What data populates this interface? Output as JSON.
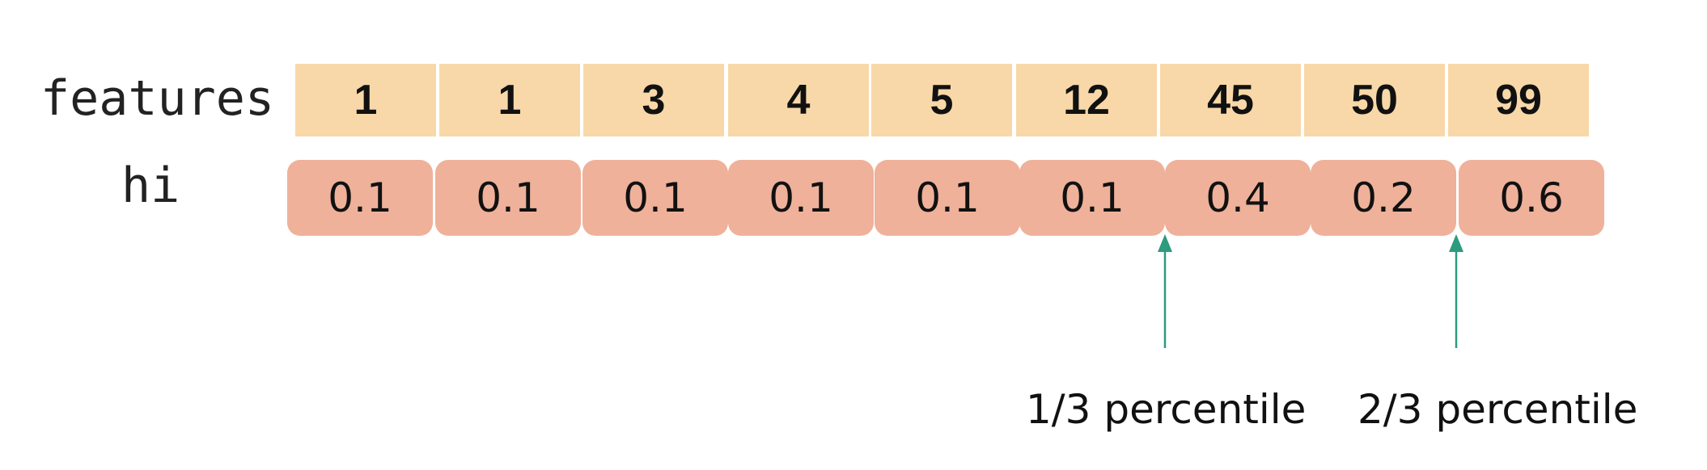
{
  "labels": {
    "features": "features",
    "hi": "hi"
  },
  "features": [
    "1",
    "1",
    "3",
    "4",
    "5",
    "12",
    "45",
    "50",
    "99"
  ],
  "hi": [
    "0.1",
    "0.1",
    "0.1",
    "0.1",
    "0.1",
    "0.1",
    "0.4",
    "0.2",
    "0.6"
  ],
  "markers": [
    {
      "label": "1/3 percentile"
    },
    {
      "label": "2/3 percentile"
    }
  ],
  "colors": {
    "feature_cell": "#f8d8a8",
    "hi_cell": "#efb19a",
    "arrow": "#2e9a7e",
    "text": "#111111"
  }
}
